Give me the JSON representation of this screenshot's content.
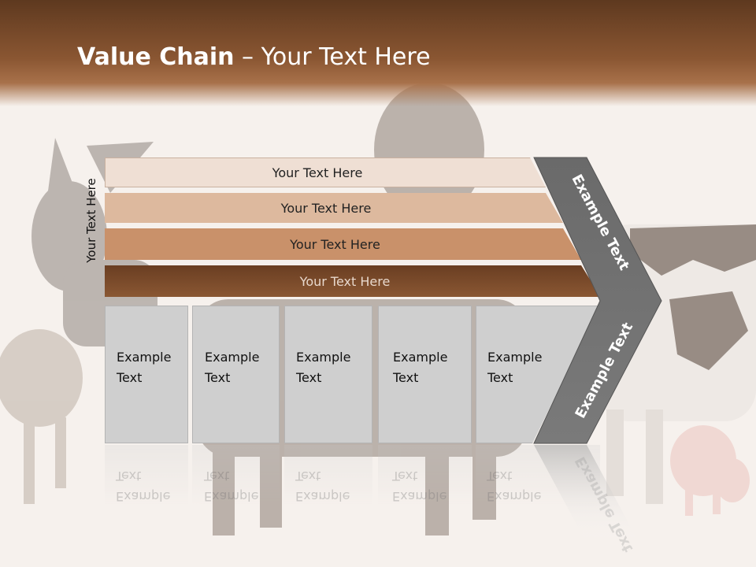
{
  "title": {
    "bold": "Value Chain",
    "rest": " – Your Text Here"
  },
  "side_label": "Your Text Here",
  "bars": [
    {
      "label": "Your Text Here"
    },
    {
      "label": "Your Text Here"
    },
    {
      "label": "Your Text Here"
    },
    {
      "label": "Your Text Here"
    }
  ],
  "boxes": [
    {
      "line1": "Example",
      "line2": "Text"
    },
    {
      "line1": "Example",
      "line2": "Text"
    },
    {
      "line1": "Example",
      "line2": "Text"
    },
    {
      "line1": "Example",
      "line2": "Text"
    },
    {
      "line1": "Example",
      "line2": "Text"
    }
  ],
  "chevron": {
    "top_label": "Example Text",
    "bottom_label": "Example Text"
  },
  "colors": {
    "header": "#7a4a2a",
    "bar1": "#efdfd4",
    "bar2": "#ddb99e",
    "bar3": "#c9916a",
    "bar4": "#7b4b2a",
    "box": "#cfcfcf",
    "chevron": "#6e6e6e"
  }
}
